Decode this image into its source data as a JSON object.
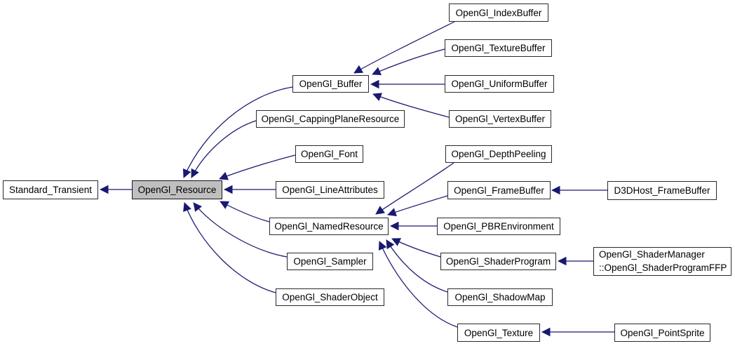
{
  "diagram": {
    "type": "inheritance-graph",
    "colors": {
      "background": "#ffffff",
      "edge": "#191970",
      "node_fill": "#ffffff",
      "node_border": "#000000",
      "selected_node_fill": "#bfbfbf",
      "text": "#000000"
    },
    "nodes": [
      {
        "id": "standard-transient",
        "label": "Standard_Transient",
        "selected": false
      },
      {
        "id": "opengl-resource",
        "label": "OpenGl_Resource",
        "selected": true
      },
      {
        "id": "opengl-buffer",
        "label": "OpenGl_Buffer",
        "selected": false
      },
      {
        "id": "opengl-cappingplaneresource",
        "label": "OpenGl_CappingPlaneResource",
        "selected": false
      },
      {
        "id": "opengl-font",
        "label": "OpenGl_Font",
        "selected": false
      },
      {
        "id": "opengl-lineattributes",
        "label": "OpenGl_LineAttributes",
        "selected": false
      },
      {
        "id": "opengl-namedresource",
        "label": "OpenGl_NamedResource",
        "selected": false
      },
      {
        "id": "opengl-sampler",
        "label": "OpenGl_Sampler",
        "selected": false
      },
      {
        "id": "opengl-shaderobject",
        "label": "OpenGl_ShaderObject",
        "selected": false
      },
      {
        "id": "opengl-indexbuffer",
        "label": "OpenGl_IndexBuffer",
        "selected": false
      },
      {
        "id": "opengl-texturebuffer",
        "label": "OpenGl_TextureBuffer",
        "selected": false
      },
      {
        "id": "opengl-uniformbuffer",
        "label": "OpenGl_UniformBuffer",
        "selected": false
      },
      {
        "id": "opengl-vertexbuffer",
        "label": "OpenGl_VertexBuffer",
        "selected": false
      },
      {
        "id": "opengl-depthpeeling",
        "label": "OpenGl_DepthPeeling",
        "selected": false
      },
      {
        "id": "opengl-framebuffer",
        "label": "OpenGl_FrameBuffer",
        "selected": false
      },
      {
        "id": "opengl-pbrenvironment",
        "label": "OpenGl_PBREnvironment",
        "selected": false
      },
      {
        "id": "opengl-shaderprogram",
        "label": "OpenGl_ShaderProgram",
        "selected": false
      },
      {
        "id": "opengl-shadowmap",
        "label": "OpenGl_ShadowMap",
        "selected": false
      },
      {
        "id": "opengl-texture",
        "label": "OpenGl_Texture",
        "selected": false
      },
      {
        "id": "d3dhost-framebuffer",
        "label": "D3DHost_FrameBuffer",
        "selected": false
      },
      {
        "id": "opengl-shaderprogramffp",
        "label": "OpenGl_ShaderManager::OpenGl_ShaderProgramFFP",
        "label_line1": "OpenGl_ShaderManager",
        "label_line2": "::OpenGl_ShaderProgramFFP",
        "selected": false
      },
      {
        "id": "opengl-pointsprite",
        "label": "OpenGl_PointSprite",
        "selected": false
      }
    ],
    "edges": [
      {
        "from": "OpenGl_Resource",
        "to": "Standard_Transient"
      },
      {
        "from": "OpenGl_Buffer",
        "to": "OpenGl_Resource"
      },
      {
        "from": "OpenGl_CappingPlaneResource",
        "to": "OpenGl_Resource"
      },
      {
        "from": "OpenGl_Font",
        "to": "OpenGl_Resource"
      },
      {
        "from": "OpenGl_LineAttributes",
        "to": "OpenGl_Resource"
      },
      {
        "from": "OpenGl_NamedResource",
        "to": "OpenGl_Resource"
      },
      {
        "from": "OpenGl_Sampler",
        "to": "OpenGl_Resource"
      },
      {
        "from": "OpenGl_ShaderObject",
        "to": "OpenGl_Resource"
      },
      {
        "from": "OpenGl_IndexBuffer",
        "to": "OpenGl_Buffer"
      },
      {
        "from": "OpenGl_TextureBuffer",
        "to": "OpenGl_Buffer"
      },
      {
        "from": "OpenGl_UniformBuffer",
        "to": "OpenGl_Buffer"
      },
      {
        "from": "OpenGl_VertexBuffer",
        "to": "OpenGl_Buffer"
      },
      {
        "from": "OpenGl_DepthPeeling",
        "to": "OpenGl_NamedResource"
      },
      {
        "from": "OpenGl_FrameBuffer",
        "to": "OpenGl_NamedResource"
      },
      {
        "from": "OpenGl_PBREnvironment",
        "to": "OpenGl_NamedResource"
      },
      {
        "from": "OpenGl_ShaderProgram",
        "to": "OpenGl_NamedResource"
      },
      {
        "from": "OpenGl_ShadowMap",
        "to": "OpenGl_NamedResource"
      },
      {
        "from": "OpenGl_Texture",
        "to": "OpenGl_NamedResource"
      },
      {
        "from": "D3DHost_FrameBuffer",
        "to": "OpenGl_FrameBuffer"
      },
      {
        "from": "OpenGl_ShaderManager::OpenGl_ShaderProgramFFP",
        "to": "OpenGl_ShaderProgram"
      },
      {
        "from": "OpenGl_PointSprite",
        "to": "OpenGl_Texture"
      }
    ]
  }
}
